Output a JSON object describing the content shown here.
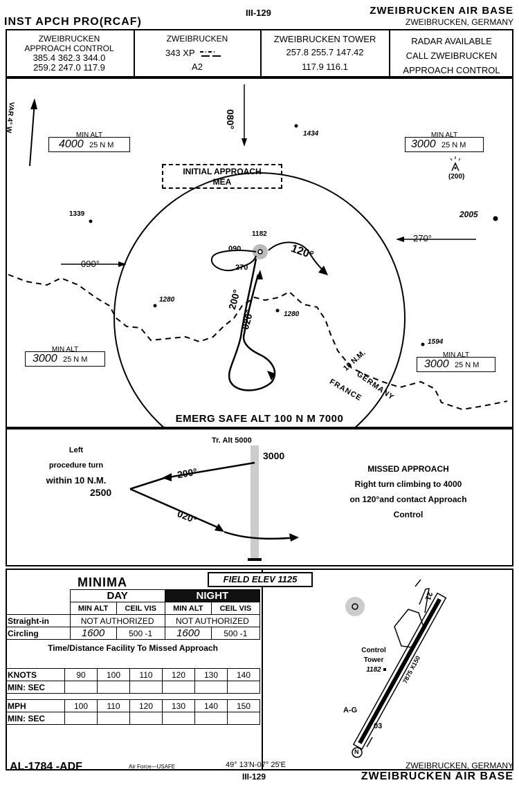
{
  "header": {
    "page_top": "III-129",
    "title": "INST APCH PRO(RCAF)",
    "base_name": "ZWEIBRUCKEN AIR BASE",
    "location": "ZWEIBRUCKEN, GERMANY"
  },
  "comms": {
    "approach_name1": "ZWEIBRUCKEN",
    "approach_name2": "APPROACH CONTROL",
    "approach_freq1": "385.4   362.3   344.0",
    "approach_freq2": "259.2   247.0   117.9",
    "beacon_name": "ZWEIBRUCKEN",
    "beacon_freq": "343 XP",
    "beacon_class": "A2",
    "tower_name": "ZWEIBRUCKEN TOWER",
    "tower_freq1": "257.8    255.7   147.42",
    "tower_freq2": "117.9       116.1",
    "radar1": "RADAR AVAILABLE",
    "radar2": "CALL ZWEIBRUCKEN",
    "radar3": "APPROACH CONTROL"
  },
  "plan": {
    "var": "VAR 4° W",
    "min_alt_label": "MIN ALT",
    "nm": "25 N M",
    "min_alt_nw": "4000",
    "min_alt_ne": "3000",
    "min_alt_sw": "3000",
    "min_alt_se": "3000",
    "initial1": "INITIAL APPROACH",
    "initial2": "MEA",
    "h_080": "080°",
    "h_090_left": "090°",
    "h_270_right": "270°",
    "h_120": "120°",
    "h_090_beacon": "090",
    "h_270_beacon": "270",
    "h_200": "200°",
    "h_020": "020°",
    "elev_1434": "1434",
    "elev_1339": "1339",
    "elev_2005": "2005",
    "elev_1182": "1182",
    "elev_1280a": "1280",
    "elev_1280b": "1280",
    "elev_1594": "1594",
    "obstacle": "(200)",
    "ten_nm": "10 N.M.",
    "germany": "GERMANY",
    "france": "FRANCE",
    "emerg": "EMERG SAFE ALT 100 N M 7000"
  },
  "profile": {
    "left1": "Left",
    "left2": "procedure turn",
    "left3": "within 10 N.M.",
    "tr_alt": "Tr. Alt 5000",
    "alt_3000": "3000",
    "alt_2500": "2500",
    "h_200": "200°",
    "h_020": "020°",
    "missed_title": "MISSED APPROACH",
    "missed1": "Right turn climbing to 4000",
    "missed2": "on 120°and contact Approach",
    "missed3": "Control"
  },
  "minima": {
    "title": "MINIMA",
    "field_elev": "FIELD ELEV 1125",
    "day": "DAY",
    "night": "NIGHT",
    "h_min_alt": "MIN ALT",
    "h_ceil_vis": "CEIL VIS",
    "straight_label": "Straight-in",
    "straight_day": "NOT AUTHORIZED",
    "straight_night": "NOT AUTHORIZED",
    "circling_label": "Circling",
    "circ_day_alt": "1600",
    "circ_day_cv": "500 -1",
    "circ_night_alt": "1600",
    "circ_night_cv": "500 -1",
    "time_title": "Time/Distance Facility To Missed Approach",
    "knots_label": "KNOTS",
    "knots": [
      "90",
      "100",
      "110",
      "120",
      "130",
      "140"
    ],
    "minsec_label": "MIN:  SEC",
    "mph_label": "MPH",
    "mph": [
      "100",
      "110",
      "120",
      "130",
      "140",
      "150"
    ]
  },
  "airport": {
    "control": "Control",
    "tower": "Tower",
    "elev": "1182",
    "runway_dims": "7875 X150",
    "rwy_21": "21",
    "rwy_03": "03",
    "ag": "A-G",
    "north": "N"
  },
  "footer": {
    "chart_id": "AL-1784 -ADF",
    "agency": "Air Force—USAFE",
    "coords": "49° 13'N-07° 25'E",
    "page": "III-129",
    "location": "ZWEIBRUCKEN, GERMANY",
    "base_name": "ZWEIBRUCKEN AIR BASE"
  }
}
